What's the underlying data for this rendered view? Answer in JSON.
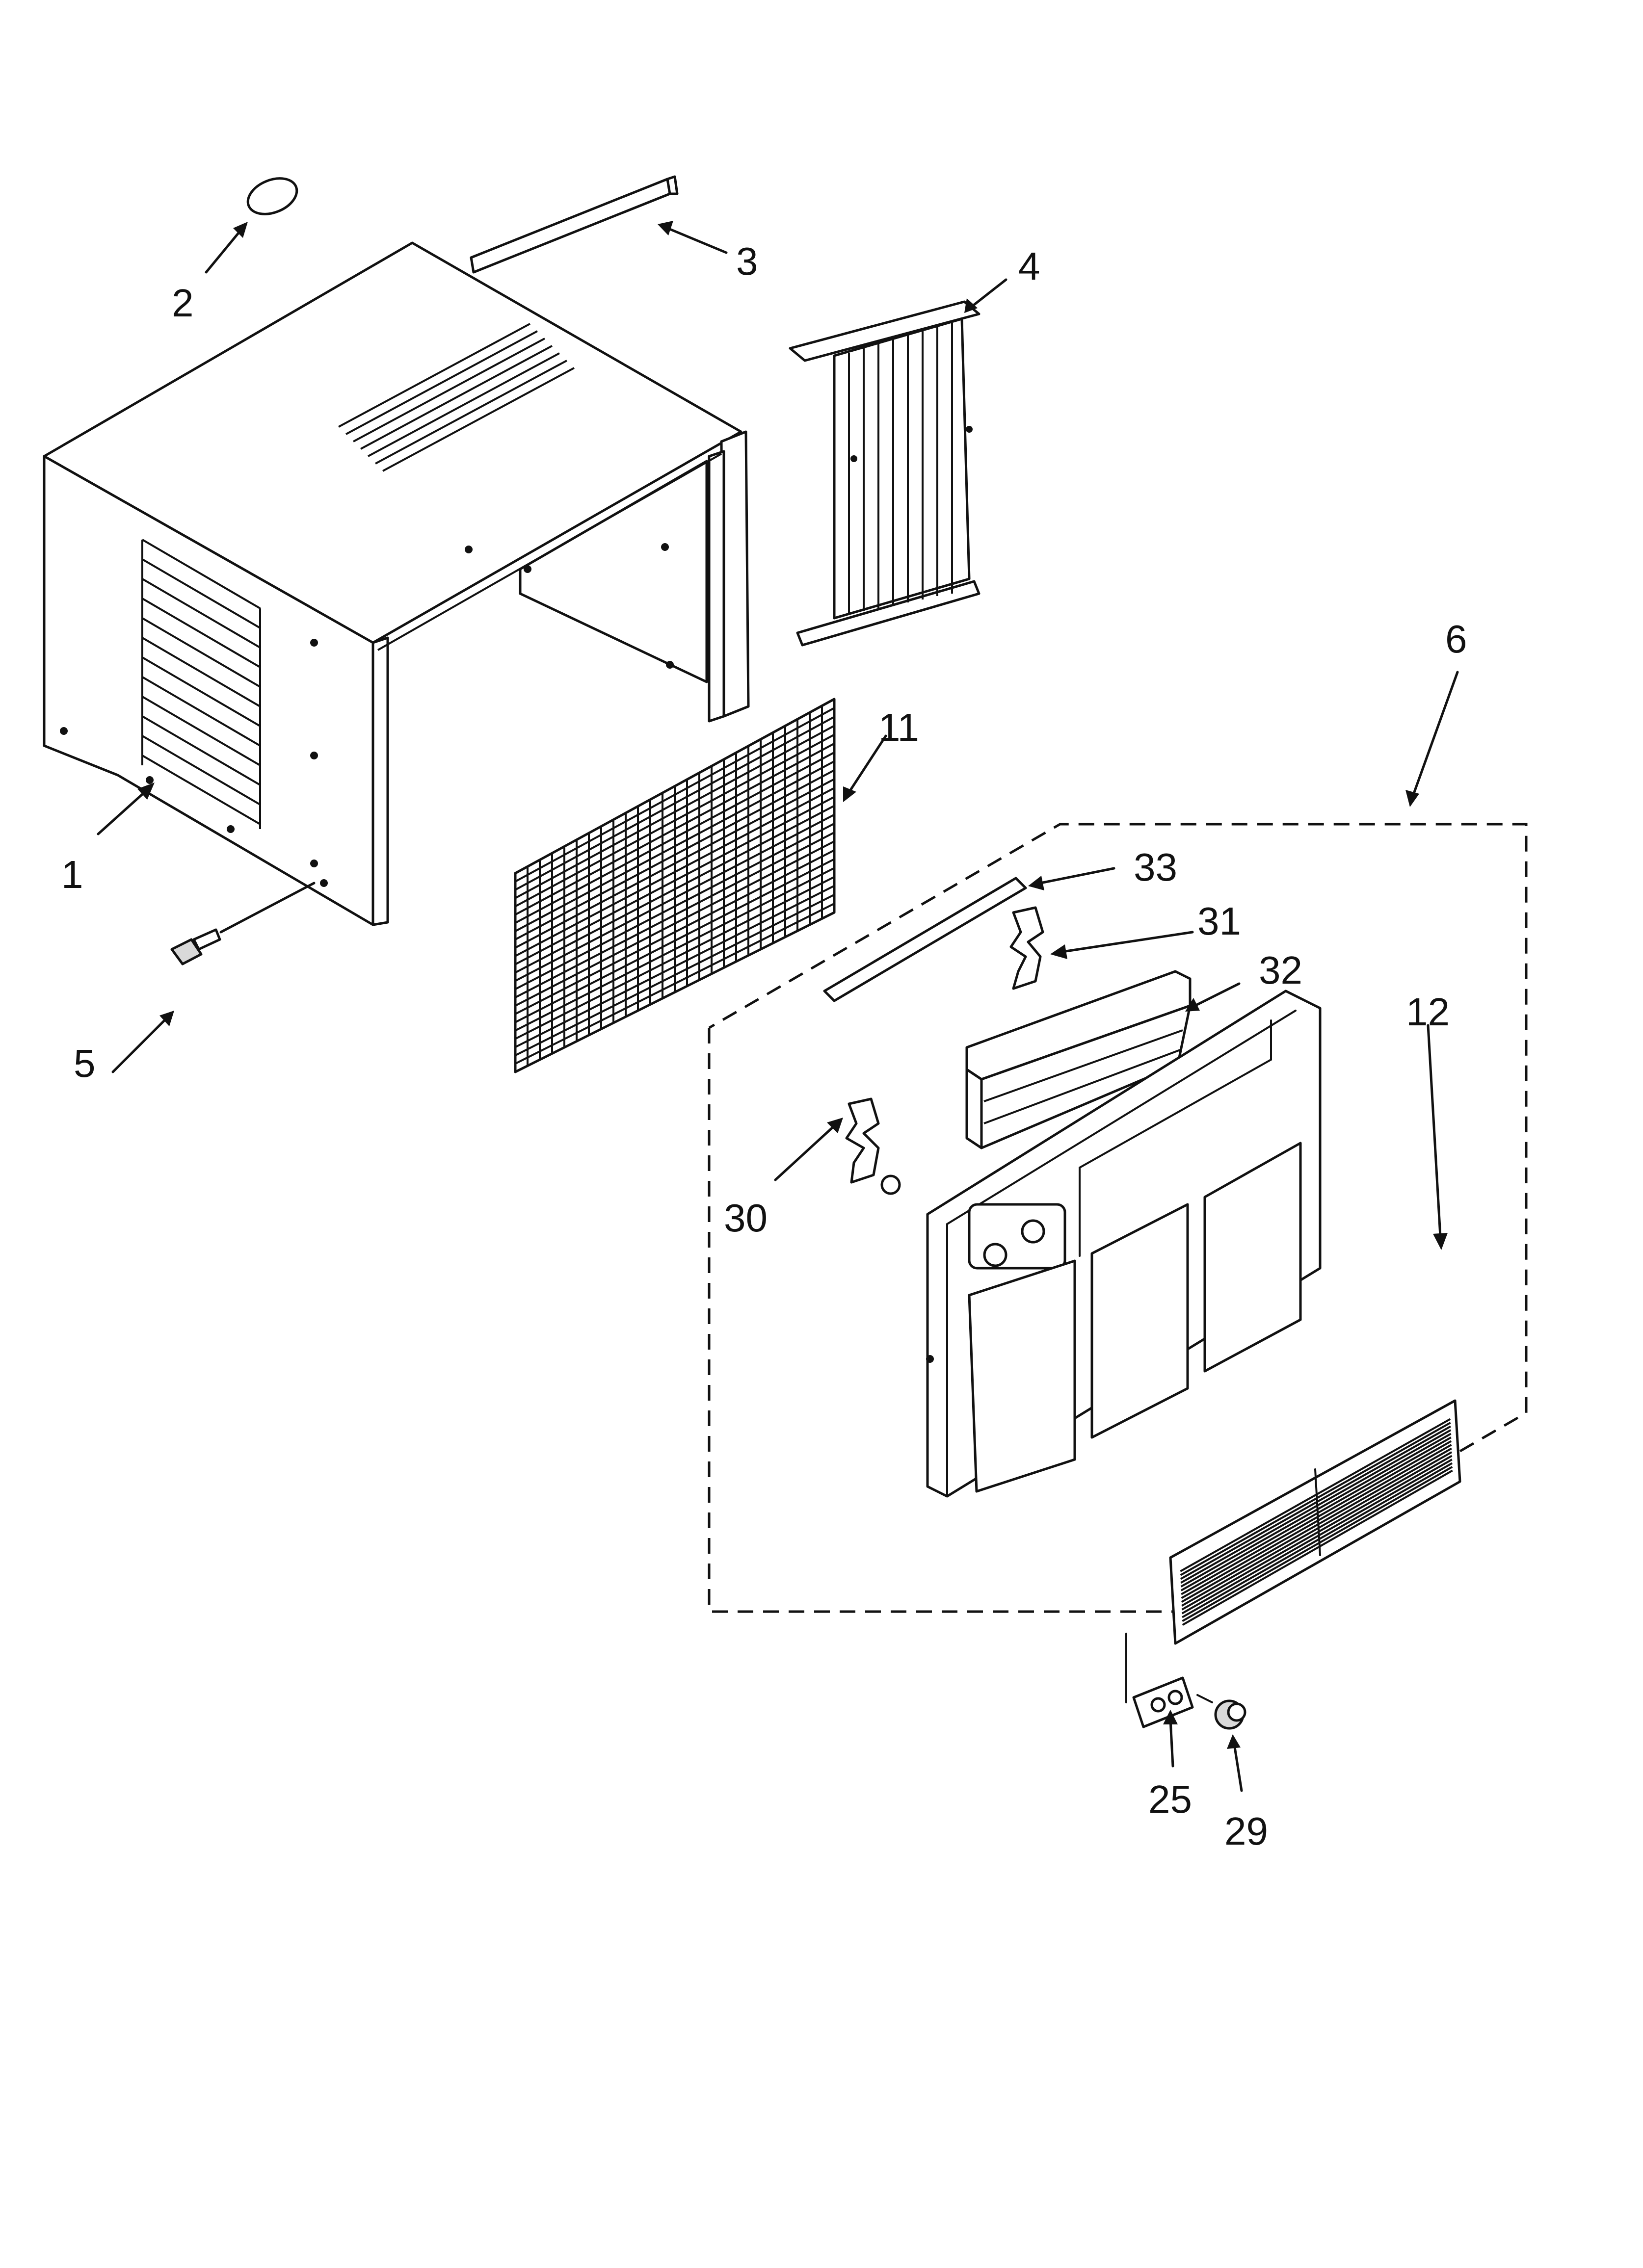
{
  "callouts": [
    {
      "id": "1",
      "label": "1"
    },
    {
      "id": "2",
      "label": "2"
    },
    {
      "id": "3",
      "label": "3"
    },
    {
      "id": "4",
      "label": "4"
    },
    {
      "id": "5",
      "label": "5"
    },
    {
      "id": "6",
      "label": "6"
    },
    {
      "id": "11",
      "label": "11"
    },
    {
      "id": "12",
      "label": "12"
    },
    {
      "id": "25",
      "label": "25"
    },
    {
      "id": "29",
      "label": "29"
    },
    {
      "id": "30",
      "label": "30"
    },
    {
      "id": "31",
      "label": "31"
    },
    {
      "id": "32",
      "label": "32"
    },
    {
      "id": "33",
      "label": "33"
    }
  ]
}
